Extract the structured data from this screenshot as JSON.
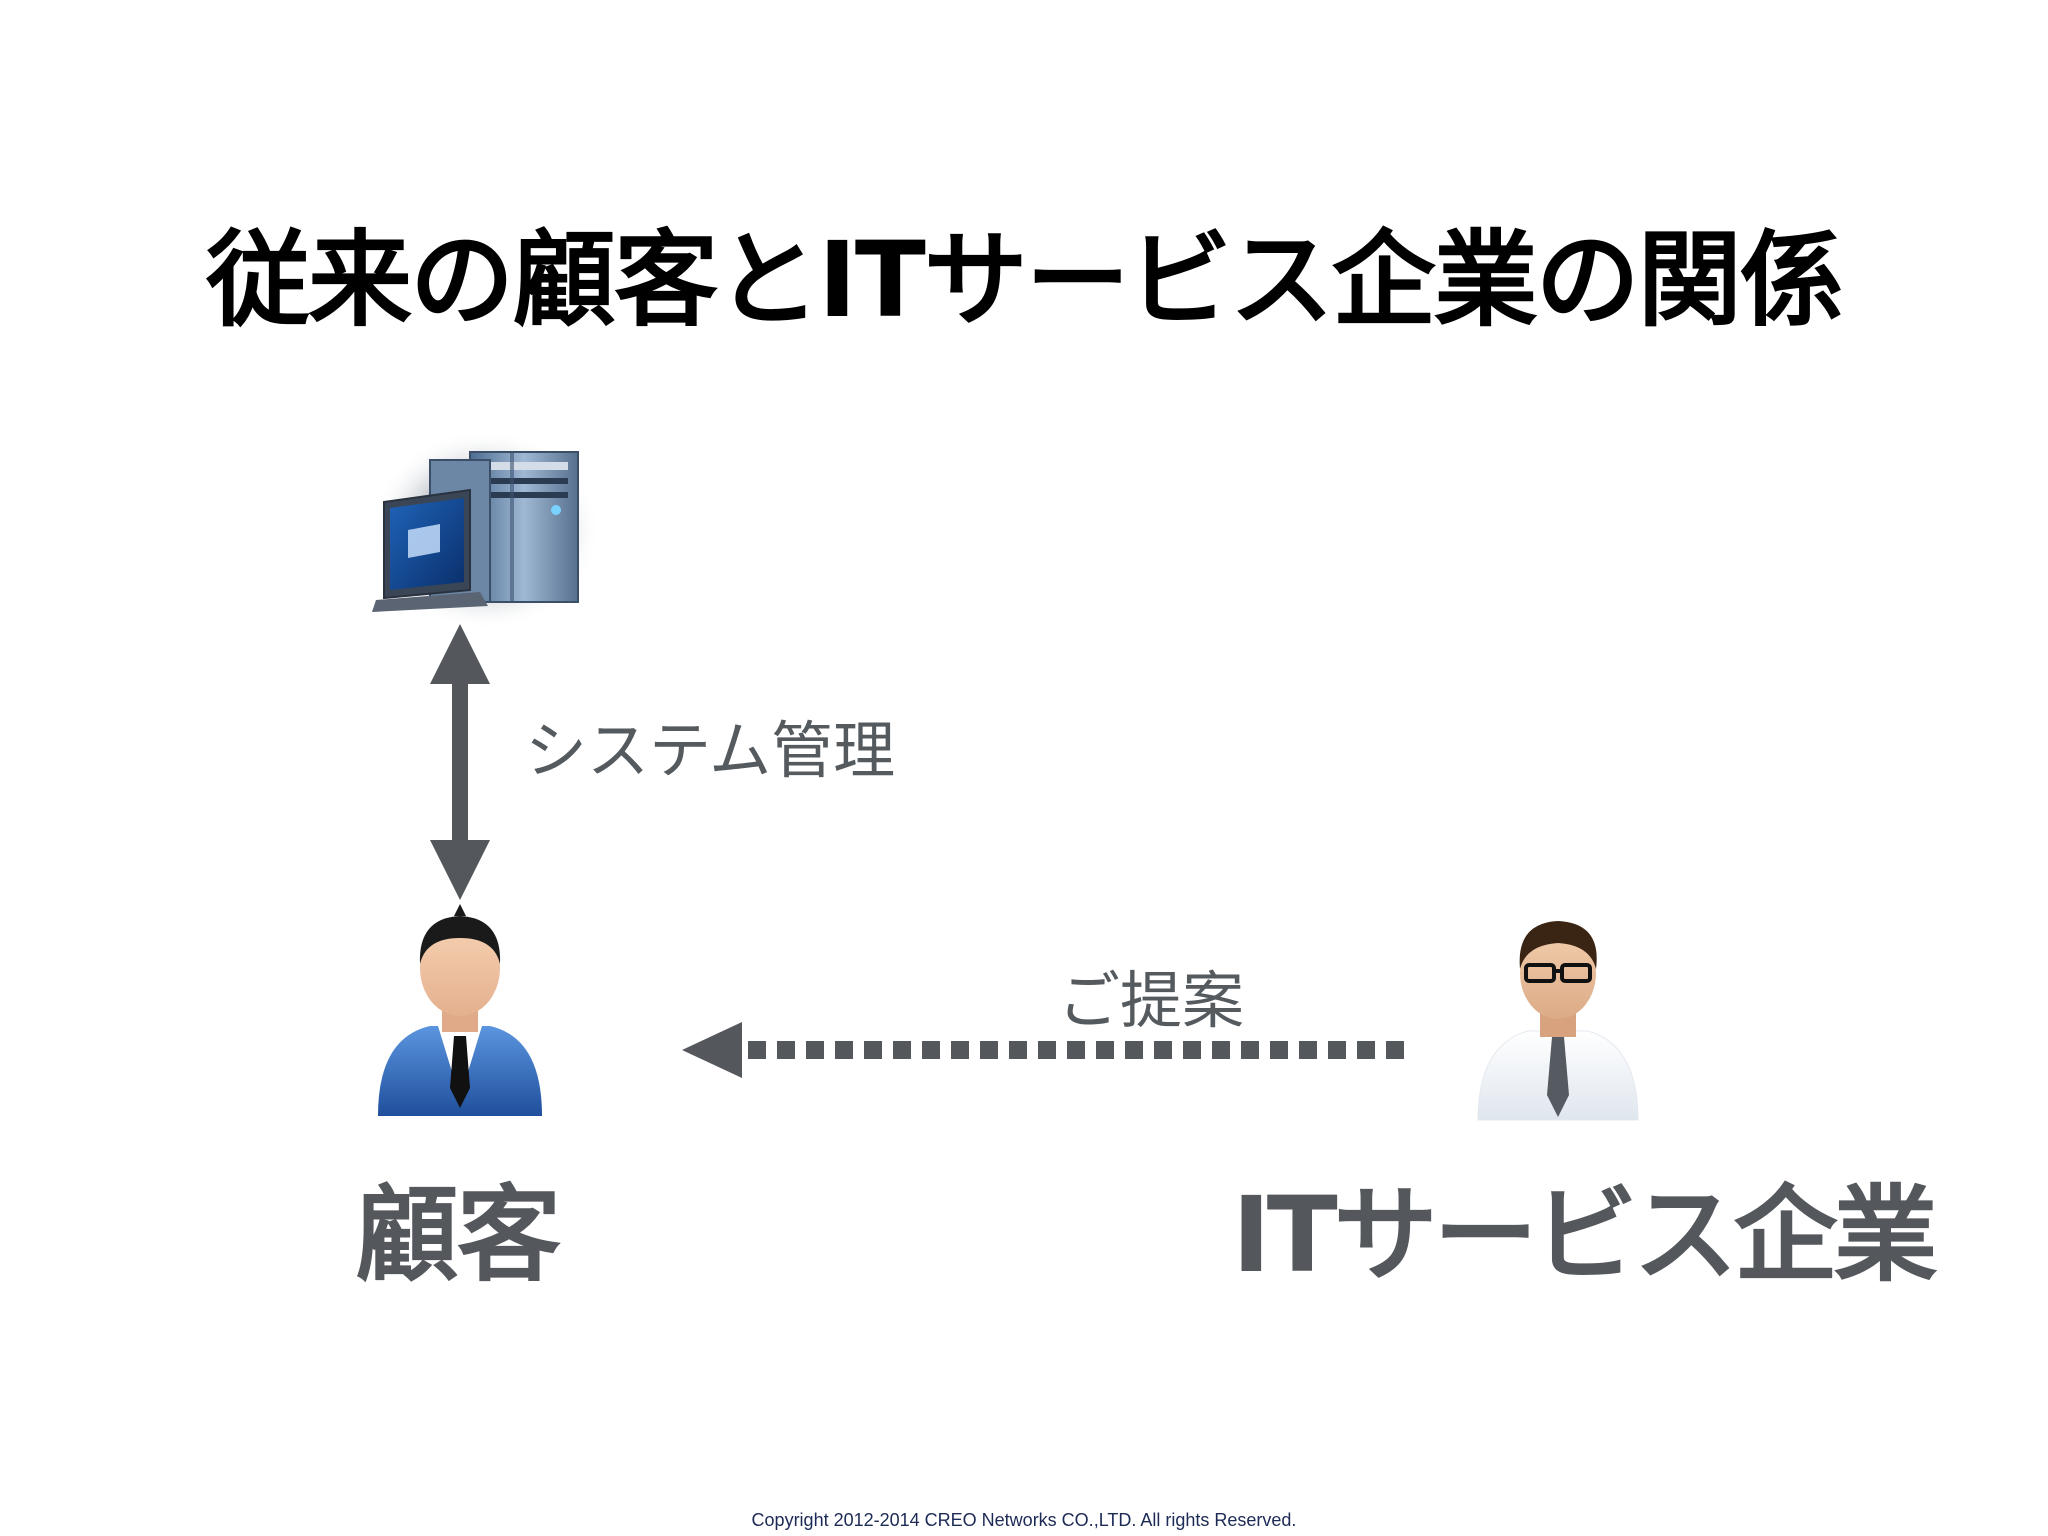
{
  "slide": {
    "title": "従来の顧客とITサービス企業の関係",
    "copyright": "Copyright 2012-2014 CREO Networks CO.,LTD. All rights Reserved."
  },
  "nodes": {
    "server": {
      "icon": "server-computer-icon"
    },
    "customer": {
      "icon": "businessman-blue-suit-icon",
      "label": "顧客"
    },
    "company": {
      "icon": "businessman-white-shirt-glasses-icon",
      "label": "ITサービス企業"
    }
  },
  "edges": {
    "system_management": {
      "label": "システム管理",
      "style": "solid-bidirectional"
    },
    "proposal": {
      "label": "ご提案",
      "style": "dashed-to-customer"
    }
  },
  "colors": {
    "arrow": "#54575c",
    "label_text": "#555a5e",
    "title": "#000000",
    "copyright": "#1c2a55",
    "customer_suit": "#3d74c6"
  }
}
